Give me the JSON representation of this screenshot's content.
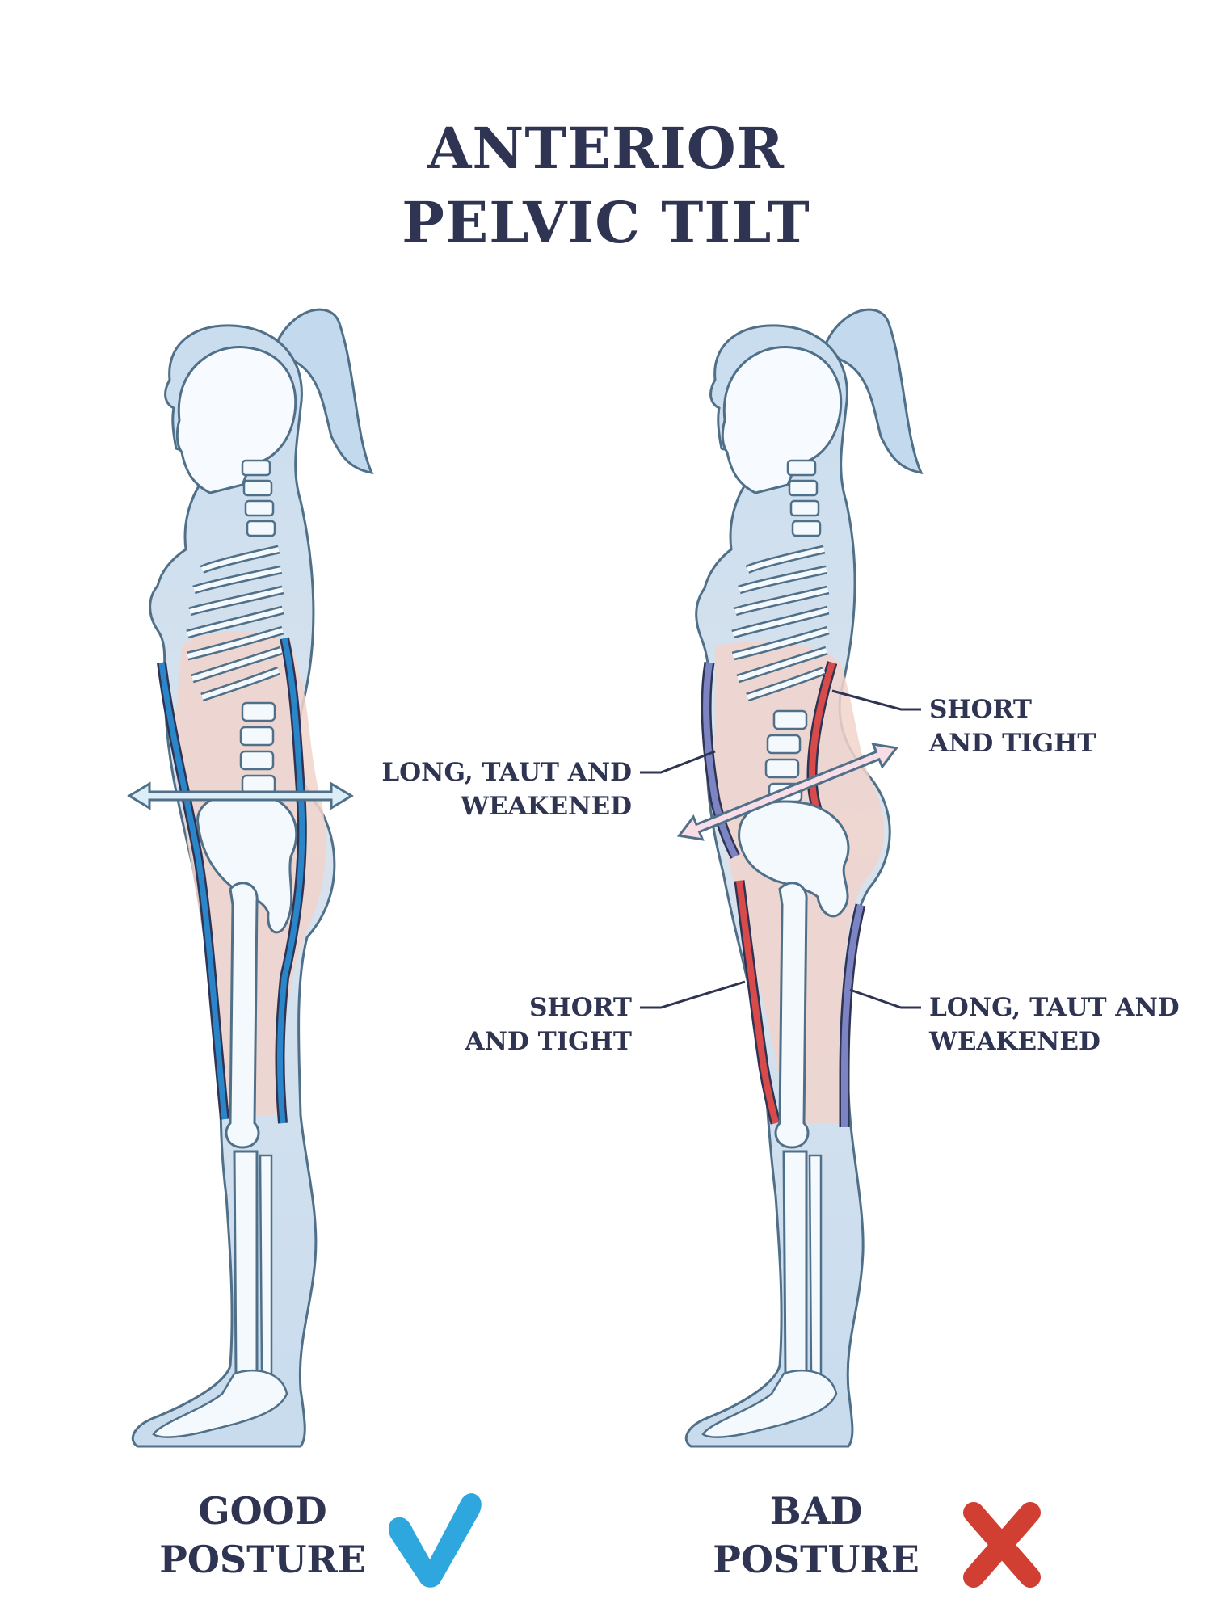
{
  "title": {
    "line1": "ANTERIOR",
    "line2": "PELVIC TILT"
  },
  "figures": [
    {
      "id": "good",
      "caption_line1": "GOOD",
      "caption_line2": "POSTURE",
      "icon": "check-icon",
      "icon_color": "#2ea7df",
      "muscle_color_front": "#2a85c9",
      "muscle_color_back": "#2a85c9",
      "pelvis_axis": "horizontal"
    },
    {
      "id": "bad",
      "caption_line1": "BAD",
      "caption_line2": "POSTURE",
      "icon": "cross-icon",
      "icon_color": "#d13f33",
      "muscle_color_front_upper": "#7d84c4",
      "muscle_color_back_upper": "#d94a4a",
      "muscle_color_front_lower": "#d94a4a",
      "muscle_color_back_lower": "#7d84c4",
      "pelvis_axis": "tilted"
    }
  ],
  "annotations": {
    "abdominals": {
      "line1": "LONG, TAUT AND",
      "line2": "WEAKENED"
    },
    "lower_back": {
      "line1": "SHORT",
      "line2": "AND TIGHT"
    },
    "hip_flexors": {
      "line1": "SHORT",
      "line2": "AND TIGHT"
    },
    "hamstrings": {
      "line1": "LONG, TAUT AND",
      "line2": "WEAKENED"
    }
  },
  "colors": {
    "text": "#2f3452",
    "body_fill": "#cfe0f0",
    "body_stroke": "#4f7088",
    "tissue": "#f1d3cb",
    "bone": "#f4f9fd",
    "axis_good": "#dbeef8",
    "axis_bad": "#f8dde6"
  }
}
